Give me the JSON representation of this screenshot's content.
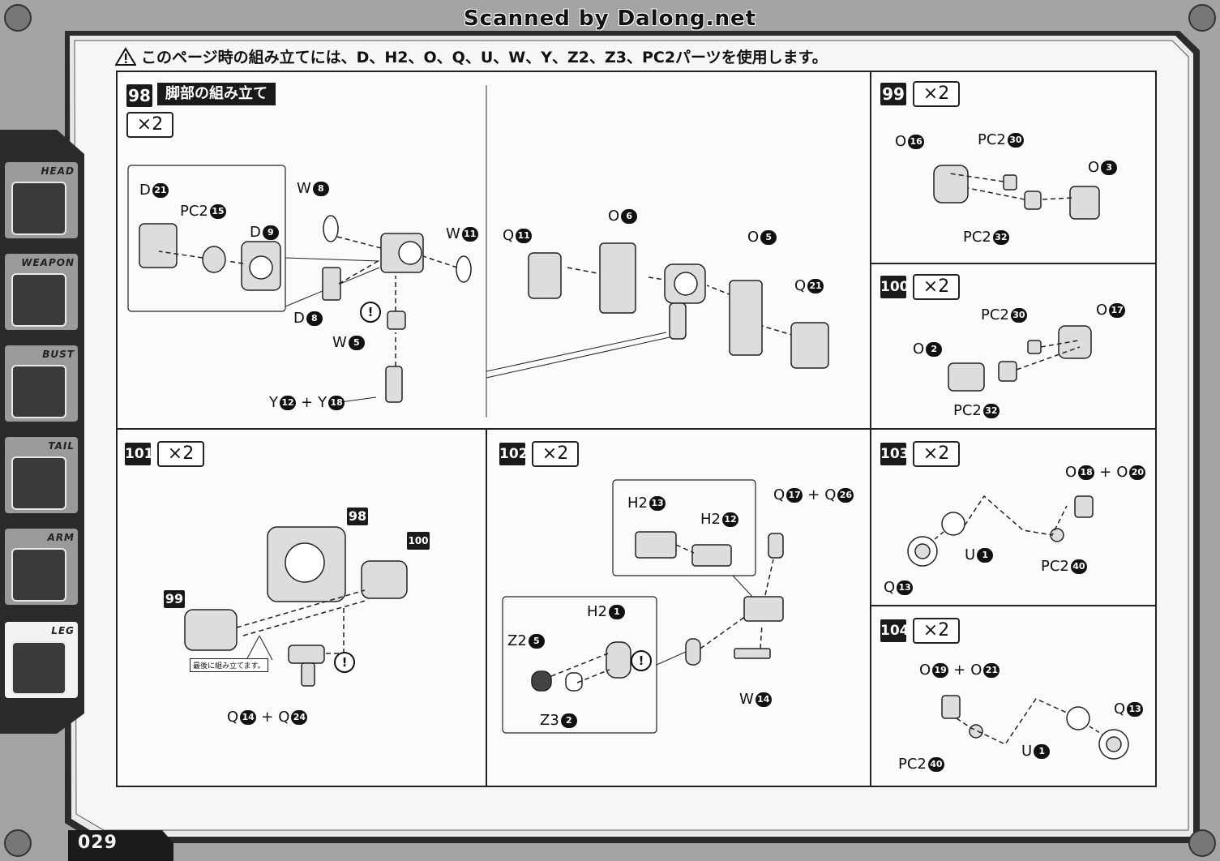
{
  "credit": "Scanned by Dalong.net",
  "notice": "このページ時の組み立てには、D、H2、O、Q、U、W、Y、Z2、Z3、PC2パーツを使用します。",
  "page_number": "029",
  "sidebar": [
    {
      "label": "HEAD",
      "active": false
    },
    {
      "label": "WEAPON",
      "active": false
    },
    {
      "label": "BUST",
      "active": false
    },
    {
      "label": "TAIL",
      "active": false
    },
    {
      "label": "ARM",
      "active": false
    },
    {
      "label": "LEG",
      "active": true
    }
  ],
  "steps": {
    "s98": {
      "number": "98",
      "title": "脚部の組み立て",
      "mult": "×2",
      "callouts": [
        {
          "part": "D",
          "n": "21"
        },
        {
          "part": "PC2",
          "n": "15"
        },
        {
          "part": "D",
          "n": "9"
        },
        {
          "part": "W",
          "n": "8"
        },
        {
          "part": "W",
          "n": "11"
        },
        {
          "part": "D",
          "n": "8"
        },
        {
          "part": "W",
          "n": "5"
        },
        {
          "part": "Q",
          "n": "11"
        },
        {
          "part": "O",
          "n": "6"
        },
        {
          "part": "O",
          "n": "5"
        },
        {
          "part": "Q",
          "n": "21"
        }
      ],
      "combo": {
        "a": {
          "part": "Y",
          "n": "12"
        },
        "b": {
          "part": "Y",
          "n": "18"
        }
      }
    },
    "s99": {
      "number": "99",
      "mult": "×2",
      "callouts": [
        {
          "part": "O",
          "n": "16"
        },
        {
          "part": "PC2",
          "n": "30"
        },
        {
          "part": "O",
          "n": "3"
        },
        {
          "part": "PC2",
          "n": "32"
        }
      ]
    },
    "s100": {
      "number": "100",
      "mult": "×2",
      "callouts": [
        {
          "part": "PC2",
          "n": "30"
        },
        {
          "part": "O",
          "n": "17"
        },
        {
          "part": "O",
          "n": "2"
        },
        {
          "part": "PC2",
          "n": "32"
        }
      ]
    },
    "s101": {
      "number": "101",
      "mult": "×2",
      "refs": [
        "98",
        "99",
        "100"
      ],
      "note": "最後に組み立てます。",
      "combo": {
        "a": {
          "part": "Q",
          "n": "14"
        },
        "b": {
          "part": "Q",
          "n": "24"
        }
      }
    },
    "s102": {
      "number": "102",
      "mult": "×2",
      "callouts": [
        {
          "part": "H2",
          "n": "13"
        },
        {
          "part": "H2",
          "n": "12"
        },
        {
          "part": "H2",
          "n": "1"
        },
        {
          "part": "Z2",
          "n": "5"
        },
        {
          "part": "Z3",
          "n": "2"
        },
        {
          "part": "W",
          "n": "14"
        }
      ],
      "combo": {
        "a": {
          "part": "Q",
          "n": "17"
        },
        "b": {
          "part": "Q",
          "n": "26"
        }
      }
    },
    "s103": {
      "number": "103",
      "mult": "×2",
      "callouts": [
        {
          "part": "U",
          "n": "1"
        },
        {
          "part": "PC2",
          "n": "40"
        },
        {
          "part": "Q",
          "n": "13"
        }
      ],
      "combo": {
        "a": {
          "part": "O",
          "n": "18"
        },
        "b": {
          "part": "O",
          "n": "20"
        }
      }
    },
    "s104": {
      "number": "104",
      "mult": "×2",
      "callouts": [
        {
          "part": "PC2",
          "n": "40"
        },
        {
          "part": "U",
          "n": "1"
        },
        {
          "part": "Q",
          "n": "13"
        }
      ],
      "combo": {
        "a": {
          "part": "O",
          "n": "19"
        },
        "b": {
          "part": "O",
          "n": "21"
        }
      }
    }
  },
  "colors": {
    "frame_dark": "#1a1a1a",
    "frame_gray": "#8d8d8d",
    "paper": "#f4f4f4"
  }
}
